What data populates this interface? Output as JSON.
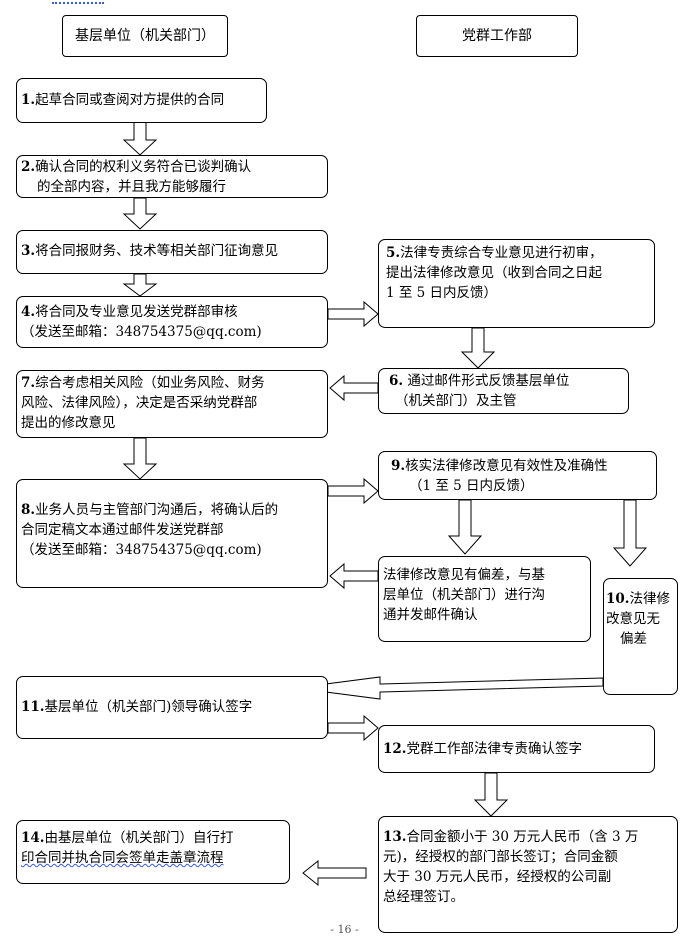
{
  "headers": {
    "left": "基层单位（机关部门）",
    "right": "党群工作部"
  },
  "steps": {
    "s1": {
      "num": "1.",
      "text": "起草合同或查阅对方提供的合同"
    },
    "s2": {
      "num": "2.",
      "line1": "确认合同的权利义务符合已谈判确认",
      "line2": "的全部内容，并且我方能够履行"
    },
    "s3": {
      "num": "3.",
      "text": "将合同报财务、技术等相关部门征询意见"
    },
    "s4": {
      "num": "4.",
      "line1": "将合同及专业意见发送党群部审核",
      "line2": "（发送至邮箱：348754375@qq.com)"
    },
    "s5": {
      "num": "5.",
      "line1": "法律专责综合专业意见进行初审，",
      "line2": "提出法律修改意见（收到合同之日起",
      "line3": "1 至 5 日内反馈）"
    },
    "s6": {
      "num": "6.",
      "line1": " 通过邮件形式反馈基层单位",
      "line2": "（机关部门）及主管"
    },
    "s7": {
      "num": "7.",
      "line1": "综合考虑相关风险（如业务风险、财务",
      "line2": "风险、法律风险），决定是否采纳党群部",
      "line3": "提出的修改意见"
    },
    "s8": {
      "num": "8.",
      "line1": "业务人员与主管部门沟通后，将确认后的",
      "line2": "合同定稿文本通过邮件发送党群部",
      "line3": "（发送至邮箱：348754375@qq.com)"
    },
    "s9": {
      "num": "9.",
      "line1": "核实法律修改意见有效性及准确性",
      "line2": "（1 至 5 日内反馈）"
    },
    "s9a": {
      "line1": "法律修改意见有偏差，与基",
      "line2": "层单位（机关部门）进行沟",
      "line3": "通并发邮件确认"
    },
    "s10": {
      "num": "10.",
      "line1": "法律修",
      "line2": "改意见无",
      "line3": "偏差"
    },
    "s11": {
      "num": "11.",
      "text": "基层单位（机关部门)领导确认签字"
    },
    "s12": {
      "num": "12.",
      "text": "党群工作部法律专责确认签字"
    },
    "s13": {
      "num": "13.",
      "line1": "合同金额小于 30 万元人民币（含 3 万",
      "line2": "元)，经授权的部门部长签订；合同金额",
      "line3": "大于 30 万元人民币，经授权的公司副",
      "line4": "总经理签订。"
    },
    "s14": {
      "num": "14.",
      "line1": "由基层单位（机关部门）自行打",
      "line2": "印合同并执合同会签单走盖章流程"
    }
  },
  "footer": "- 16 -"
}
